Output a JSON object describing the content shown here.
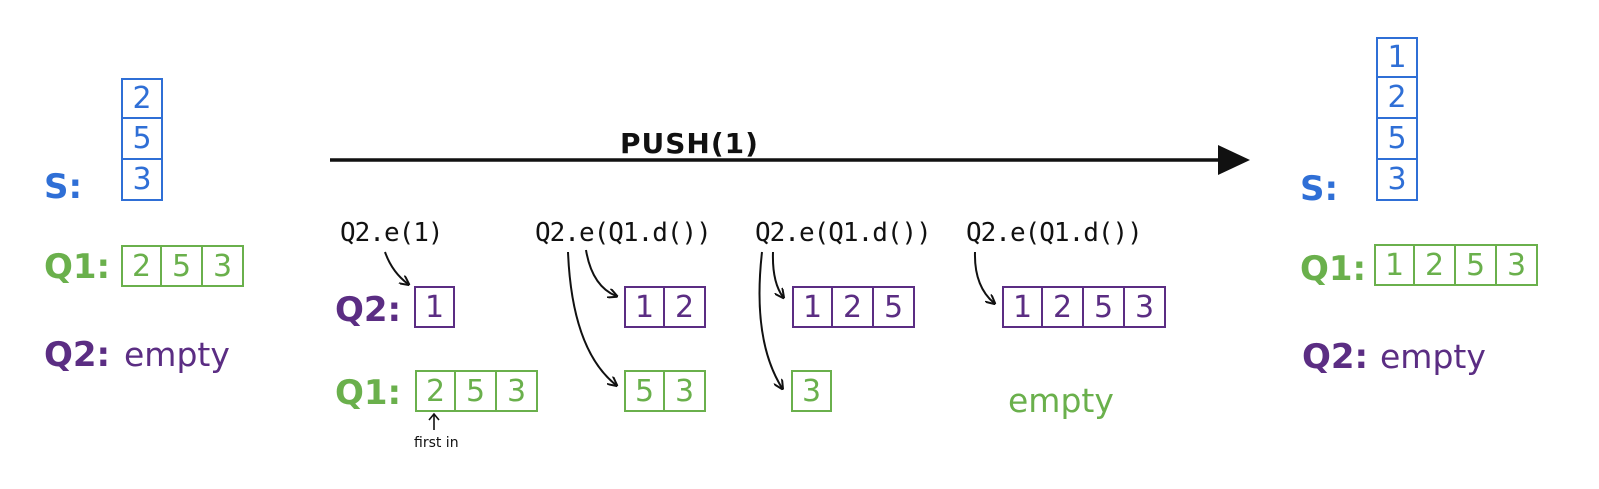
{
  "push_label": "PUSH(1)",
  "left": {
    "s_label": "S:",
    "stack": [
      "2",
      "5",
      "3"
    ],
    "q1_label": "Q1:",
    "q1": [
      "2",
      "5",
      "3"
    ],
    "q2_label": "Q2:",
    "q2_text": "empty"
  },
  "middle": {
    "q2_label": "Q2:",
    "q1_label": "Q1:",
    "first_in": "first in",
    "q1_initial": [
      "2",
      "5",
      "3"
    ],
    "steps": [
      {
        "op": "Q2.e(1)",
        "q2": [
          "1"
        ],
        "q1": []
      },
      {
        "op": "Q2.e(Q1.d())",
        "q2": [
          "1",
          "2"
        ],
        "q1": [
          "5",
          "3"
        ]
      },
      {
        "op": "Q2.e(Q1.d())",
        "q2": [
          "1",
          "2",
          "5"
        ],
        "q1": [
          "3"
        ]
      },
      {
        "op": "Q2.e(Q1.d())",
        "q2": [
          "1",
          "2",
          "5",
          "3"
        ],
        "q1_text": "empty"
      }
    ]
  },
  "right": {
    "s_label": "S:",
    "stack": [
      "1",
      "2",
      "5",
      "3"
    ],
    "q1_label": "Q1:",
    "q1": [
      "1",
      "2",
      "5",
      "3"
    ],
    "q2_label": "Q2:",
    "q2_text": "empty"
  },
  "colors": {
    "stack": "#2f6fd6",
    "queue1": "#6ab04c",
    "queue2": "#5b2d83",
    "arrows": "#111111"
  }
}
